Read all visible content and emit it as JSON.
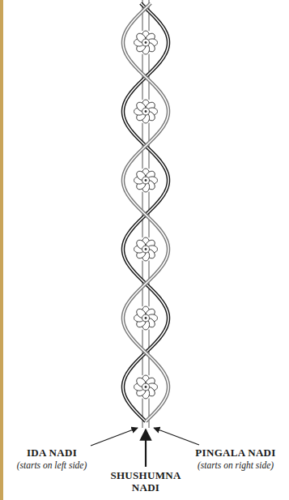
{
  "diagram": {
    "labels": [
      "IDA NADI",
      "(starts on left side)",
      "PINGALA NADI",
      "(starts on right side)",
      "SHUSHUMNA NADI"
    ]
  }
}
